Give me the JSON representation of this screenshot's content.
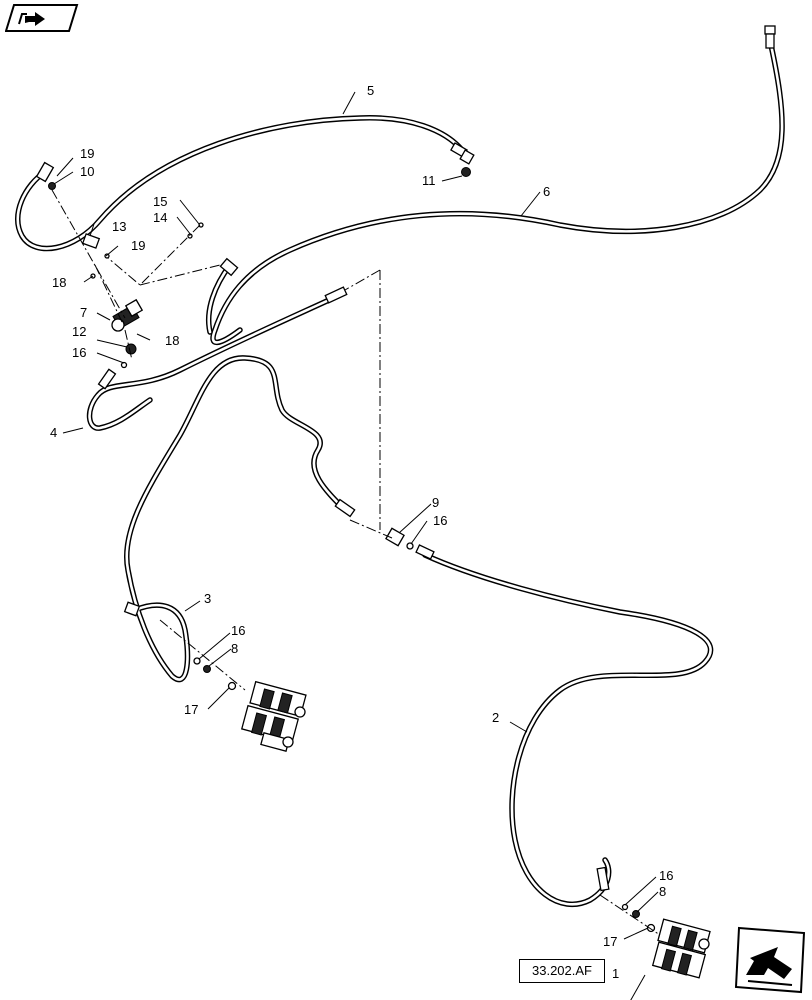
{
  "reference": "33.202.AF",
  "icons": {
    "top_left": "folder-arrow-icon",
    "bottom_right": "next-page-arrow-icon"
  },
  "callouts": {
    "c1": "1",
    "c2": "2",
    "c3": "3",
    "c4": "4",
    "c5": "5",
    "c6": "6",
    "c7": "7",
    "c8a": "8",
    "c8b": "8",
    "c9": "9",
    "c10": "10",
    "c11": "11",
    "c12": "12",
    "c13": "13",
    "c14": "14",
    "c15": "15",
    "c16a": "16",
    "c16b": "16",
    "c16c": "16",
    "c16d": "16",
    "c17a": "17",
    "c17b": "17",
    "c18a": "18",
    "c18b": "18",
    "c19a": "19",
    "c19b": "19"
  }
}
